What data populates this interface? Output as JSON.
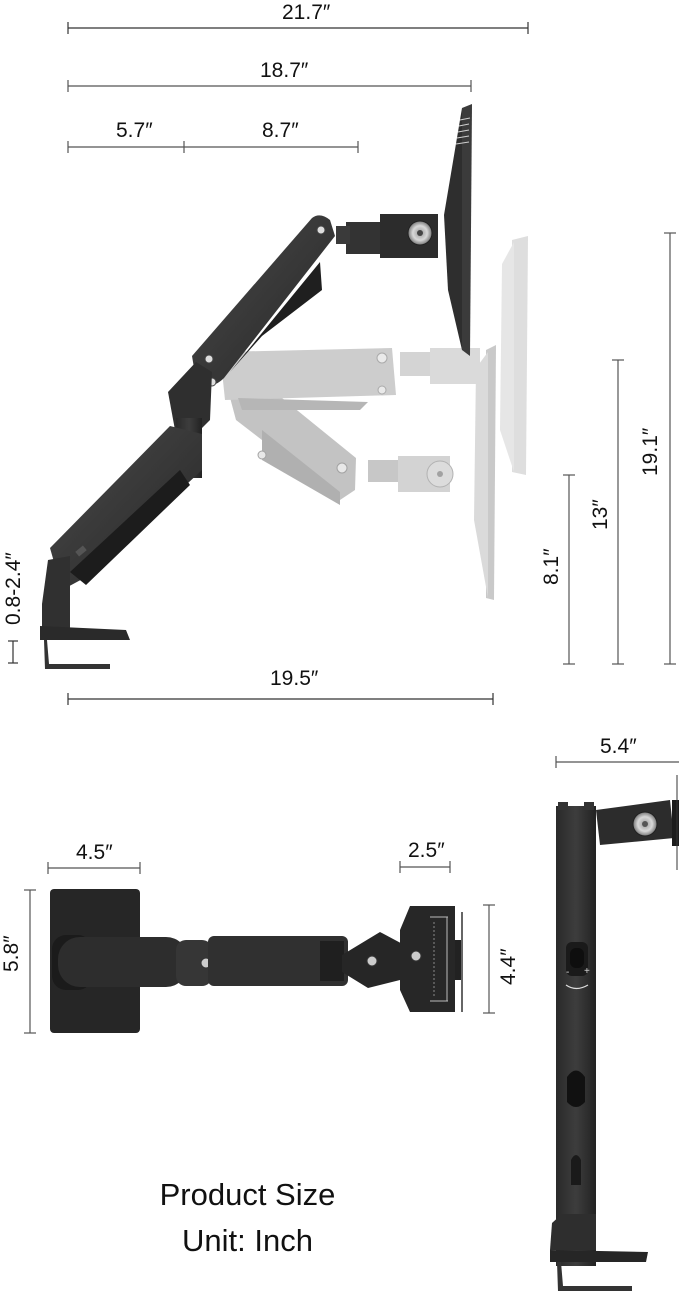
{
  "title": {
    "line1": "Product Size",
    "line2": "Unit: Inch"
  },
  "side_view": {
    "dimensions": {
      "total_reach": "21.7″",
      "arm_reach": "18.7″",
      "upper_arm_segment_1": "5.7″",
      "upper_arm_segment_2": "8.7″",
      "base_to_monitor_depth": "19.5″",
      "clamp_thickness_range": "0.8-2.4″",
      "height_low": "8.1″",
      "height_mid": "13″",
      "height_high": "19.1″"
    }
  },
  "top_view": {
    "dimensions": {
      "base_plate_width": "4.5″",
      "base_plate_height": "5.8″",
      "vesa_plate_depth": "2.5″",
      "vesa_plate_height": "4.4″"
    }
  },
  "front_view": {
    "dimensions": {
      "head_width": "5.4″"
    },
    "tension_symbols": {
      "minus": "-",
      "plus": "+"
    }
  },
  "colors": {
    "arm_dark": "#2b2b2b",
    "arm_mid": "#3a3a3a",
    "arm_ghost": "#c9c9c9",
    "ghost_dark": "#b0b0b0",
    "dimension_line": "#333333",
    "background": "#ffffff"
  }
}
